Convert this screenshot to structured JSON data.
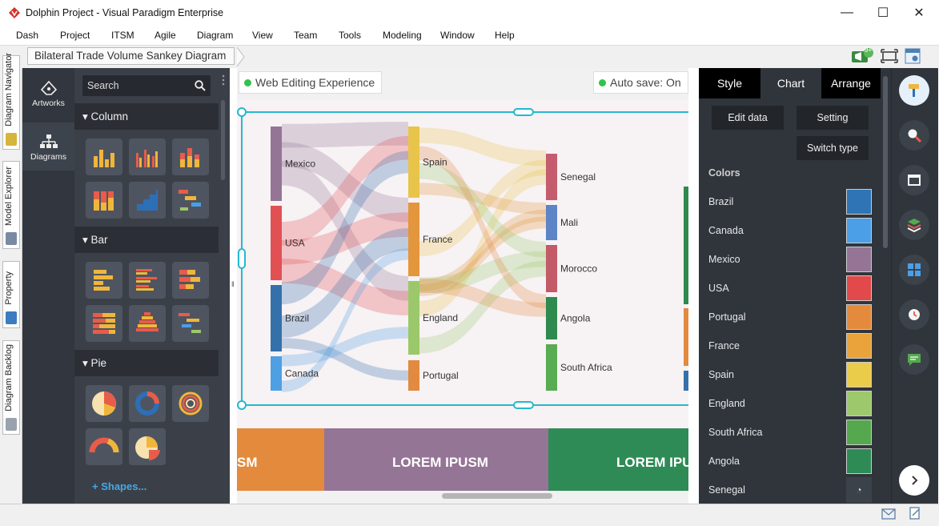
{
  "window": {
    "title": "Dolphin Project - Visual Paradigm Enterprise",
    "minimize": "—",
    "maximize": "☐",
    "close": "✕"
  },
  "menu": [
    "Dash",
    "Project",
    "ITSM",
    "Agile",
    "Diagram",
    "View",
    "Team",
    "Tools",
    "Modeling",
    "Window",
    "Help"
  ],
  "breadcrumb": "Bilateral Trade Volume Sankey Diagram",
  "toolbar": {
    "notification_badge": "9+"
  },
  "side_tabs": [
    "Diagram Navigator",
    "Model Explorer",
    "Property",
    "Diagram Backlog"
  ],
  "rail": {
    "artworks": "Artworks",
    "diagrams": "Diagrams"
  },
  "palette": {
    "search_placeholder": "Search",
    "sections": [
      "Column",
      "Bar",
      "Pie"
    ],
    "shapes_link": "+ Shapes..."
  },
  "canvas": {
    "web_editing": "Web Editing Experience",
    "auto_save": "Auto save: On",
    "banner_left": "SM",
    "banner_mid": "LOREM IPUSM",
    "banner_right": "LOREM IPUS"
  },
  "chart_data": {
    "type": "sankey",
    "columns": [
      [
        "Mexico",
        "USA",
        "Brazil",
        "Canada"
      ],
      [
        "Spain",
        "France",
        "England",
        "Portugal"
      ],
      [
        "Senegal",
        "Mali",
        "Morocco",
        "Angola",
        "South Africa"
      ]
    ],
    "node_colors": {
      "Mexico": "#957596",
      "USA": "#e15053",
      "Brazil": "#3471ab",
      "Canada": "#4e9fe4",
      "Spain": "#e9c44a",
      "France": "#e4963c",
      "England": "#9bc86a",
      "Portugal": "#e28a3f",
      "Senegal": "#c45c6e",
      "Mali": "#5d84c6",
      "Morocco": "#c25a68",
      "Angola": "#2e8a4e",
      "South Africa": "#58ac52"
    }
  },
  "properties": {
    "tabs": [
      "Style",
      "Chart",
      "Arrange"
    ],
    "active_tab": "Chart",
    "buttons": {
      "edit_data": "Edit data",
      "setting": "Setting",
      "switch_type": "Switch type"
    },
    "colors_heading": "Colors",
    "colors": [
      {
        "name": "Brazil",
        "hex": "#2f74b5"
      },
      {
        "name": "Canada",
        "hex": "#4a9fe6"
      },
      {
        "name": "Mexico",
        "hex": "#957596"
      },
      {
        "name": "USA",
        "hex": "#e1494b"
      },
      {
        "name": "Portugal",
        "hex": "#e38a3c"
      },
      {
        "name": "France",
        "hex": "#e9a33a"
      },
      {
        "name": "Spain",
        "hex": "#ebcc4a"
      },
      {
        "name": "England",
        "hex": "#9dc86c"
      },
      {
        "name": "South Africa",
        "hex": "#55a84e"
      },
      {
        "name": "Angola",
        "hex": "#2e8b56"
      },
      {
        "name": "Senegal",
        "hex": ""
      }
    ]
  },
  "dock_icons": [
    "format-painter-icon",
    "search-icon",
    "window-icon",
    "layers-icon",
    "shapes-icon",
    "history-icon",
    "comment-icon",
    "next-icon"
  ]
}
